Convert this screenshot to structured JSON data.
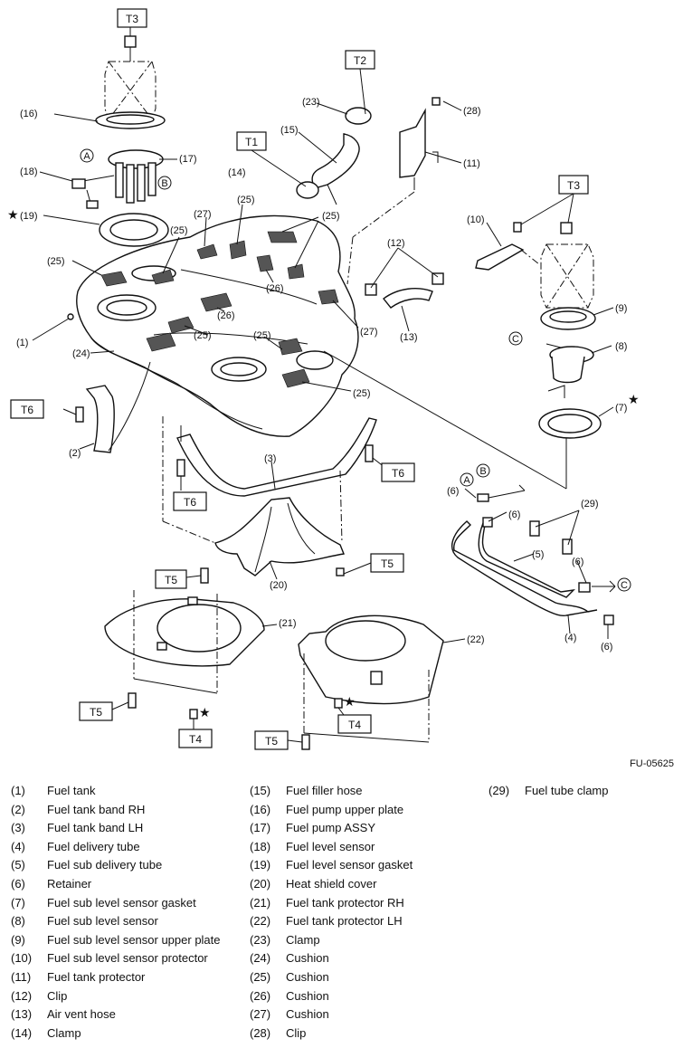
{
  "diagram_code": "FU-05625",
  "torque_boxes": {
    "t3_top": "T3",
    "t2": "T2",
    "t1": "T1",
    "t3_right": "T3",
    "t6_left": "T6",
    "t6_mid": "T6",
    "t6_right": "T6",
    "t5_mid": "T5",
    "t5_right": "T5",
    "t5_bottom_left": "T5",
    "t5_bottom_mid": "T5",
    "t4_left": "T4",
    "t4_right": "T4"
  },
  "callouts": {
    "c16": "(16)",
    "c17": "(17)",
    "c18": "(18)",
    "c19": "(19)",
    "c23": "(23)",
    "c15": "(15)",
    "c28": "(28)",
    "c11": "(11)",
    "c14": "(14)",
    "c25a": "(25)",
    "c25b": "(25)",
    "c25c": "(25)",
    "c25d": "(25)",
    "c25e": "(25)",
    "c25f": "(25)",
    "c25g": "(25)",
    "c27a": "(27)",
    "c27b": "(27)",
    "c26a": "(26)",
    "c26b": "(26)",
    "c12": "(12)",
    "c13": "(13)",
    "c10": "(10)",
    "c9": "(9)",
    "c8": "(8)",
    "c7": "(7)",
    "c1": "(1)",
    "c24": "(24)",
    "c2": "(2)",
    "c3": "(3)",
    "c6a": "(6)",
    "c6b": "(6)",
    "c6c": "(6)",
    "c6d": "(6)",
    "c29": "(29)",
    "c5": "(5)",
    "c4": "(4)",
    "c20": "(20)",
    "c21": "(21)",
    "c22": "(22)"
  },
  "markers": {
    "a": "A",
    "b": "B",
    "c": "C",
    "star": "★"
  },
  "legend": {
    "col1": [
      {
        "num": "(1)",
        "name": "Fuel tank"
      },
      {
        "num": "(2)",
        "name": "Fuel tank band RH"
      },
      {
        "num": "(3)",
        "name": "Fuel tank band LH"
      },
      {
        "num": "(4)",
        "name": "Fuel delivery tube"
      },
      {
        "num": "(5)",
        "name": "Fuel sub delivery tube"
      },
      {
        "num": "(6)",
        "name": "Retainer"
      },
      {
        "num": "(7)",
        "name": "Fuel sub level sensor gasket"
      },
      {
        "num": "(8)",
        "name": "Fuel sub level sensor"
      },
      {
        "num": "(9)",
        "name": "Fuel sub level sensor upper plate"
      },
      {
        "num": "(10)",
        "name": "Fuel sub level sensor protector"
      },
      {
        "num": "(11)",
        "name": "Fuel tank protector"
      },
      {
        "num": "(12)",
        "name": "Clip"
      },
      {
        "num": "(13)",
        "name": "Air vent hose"
      },
      {
        "num": "(14)",
        "name": "Clamp"
      }
    ],
    "col2": [
      {
        "num": "(15)",
        "name": "Fuel filler hose"
      },
      {
        "num": "(16)",
        "name": "Fuel pump upper plate"
      },
      {
        "num": "(17)",
        "name": "Fuel pump ASSY"
      },
      {
        "num": "(18)",
        "name": "Fuel level sensor"
      },
      {
        "num": "(19)",
        "name": "Fuel level sensor gasket"
      },
      {
        "num": "(20)",
        "name": "Heat shield cover"
      },
      {
        "num": "(21)",
        "name": "Fuel tank protector RH"
      },
      {
        "num": "(22)",
        "name": "Fuel tank protector LH"
      },
      {
        "num": "(23)",
        "name": "Clamp"
      },
      {
        "num": "(24)",
        "name": "Cushion"
      },
      {
        "num": "(25)",
        "name": "Cushion"
      },
      {
        "num": "(26)",
        "name": "Cushion"
      },
      {
        "num": "(27)",
        "name": "Cushion"
      },
      {
        "num": "(28)",
        "name": "Clip"
      }
    ],
    "col3": [
      {
        "num": "(29)",
        "name": "Fuel tube clamp"
      }
    ]
  }
}
